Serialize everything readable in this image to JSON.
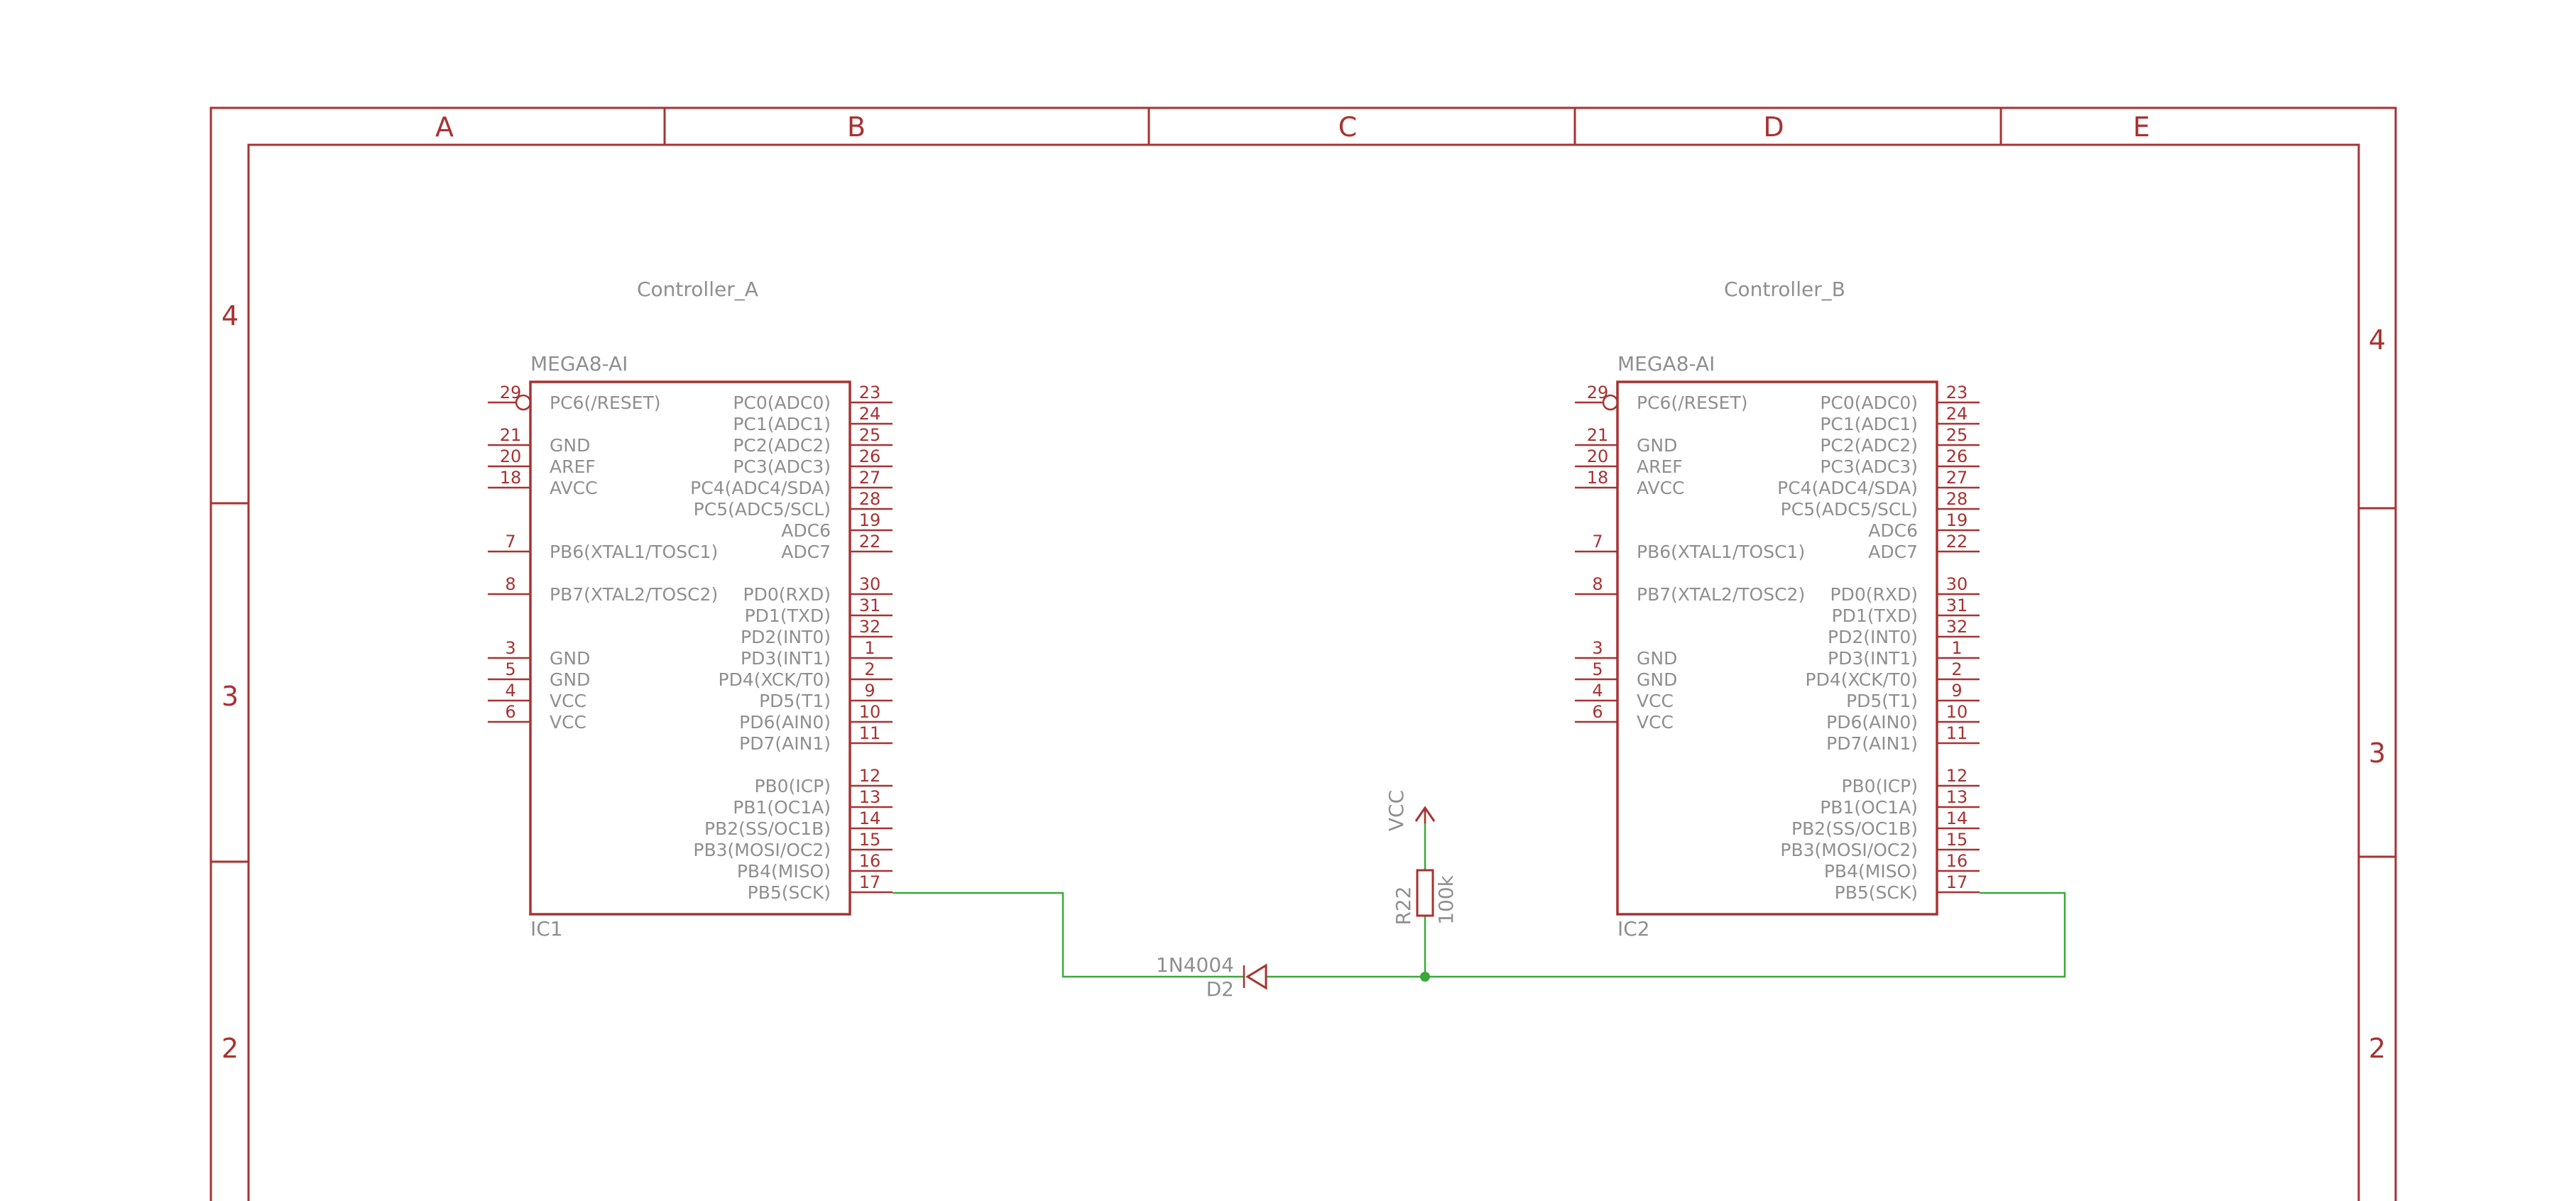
{
  "frame": {
    "columns": [
      "A",
      "B",
      "C",
      "D",
      "E"
    ],
    "rows_left": [
      "4",
      "3",
      "2"
    ],
    "rows_right": [
      "4",
      "3",
      "2"
    ]
  },
  "ics": [
    {
      "title": "Controller_A",
      "part": "MEGA8-AI",
      "ref": "IC1",
      "left_pins": [
        {
          "num": "29",
          "name": "PC6(/RESET)",
          "inverted": true
        },
        {
          "num": "21",
          "name": "GND"
        },
        {
          "num": "20",
          "name": "AREF"
        },
        {
          "num": "18",
          "name": "AVCC"
        },
        {
          "num": "7",
          "name": "PB6(XTAL1/TOSC1)"
        },
        {
          "num": "8",
          "name": "PB7(XTAL2/TOSC2)"
        },
        {
          "num": "3",
          "name": "GND"
        },
        {
          "num": "5",
          "name": "GND"
        },
        {
          "num": "4",
          "name": "VCC"
        },
        {
          "num": "6",
          "name": "VCC"
        }
      ],
      "right_pins": [
        {
          "num": "23",
          "name": "PC0(ADC0)"
        },
        {
          "num": "24",
          "name": "PC1(ADC1)"
        },
        {
          "num": "25",
          "name": "PC2(ADC2)"
        },
        {
          "num": "26",
          "name": "PC3(ADC3)"
        },
        {
          "num": "27",
          "name": "PC4(ADC4/SDA)"
        },
        {
          "num": "28",
          "name": "PC5(ADC5/SCL)"
        },
        {
          "num": "19",
          "name": "ADC6"
        },
        {
          "num": "22",
          "name": "ADC7"
        },
        {
          "num": "30",
          "name": "PD0(RXD)"
        },
        {
          "num": "31",
          "name": "PD1(TXD)"
        },
        {
          "num": "32",
          "name": "PD2(INT0)"
        },
        {
          "num": "1",
          "name": "PD3(INT1)"
        },
        {
          "num": "2",
          "name": "PD4(XCK/T0)"
        },
        {
          "num": "9",
          "name": "PD5(T1)"
        },
        {
          "num": "10",
          "name": "PD6(AIN0)"
        },
        {
          "num": "11",
          "name": "PD7(AIN1)"
        },
        {
          "num": "12",
          "name": "PB0(ICP)"
        },
        {
          "num": "13",
          "name": "PB1(OC1A)"
        },
        {
          "num": "14",
          "name": "PB2(SS/OC1B)"
        },
        {
          "num": "15",
          "name": "PB3(MOSI/OC2)"
        },
        {
          "num": "16",
          "name": "PB4(MISO)"
        },
        {
          "num": "17",
          "name": "PB5(SCK)"
        }
      ]
    },
    {
      "title": "Controller_B",
      "part": "MEGA8-AI",
      "ref": "IC2",
      "left_pins": [
        {
          "num": "29",
          "name": "PC6(/RESET)",
          "inverted": true
        },
        {
          "num": "21",
          "name": "GND"
        },
        {
          "num": "20",
          "name": "AREF"
        },
        {
          "num": "18",
          "name": "AVCC"
        },
        {
          "num": "7",
          "name": "PB6(XTAL1/TOSC1)"
        },
        {
          "num": "8",
          "name": "PB7(XTAL2/TOSC2)"
        },
        {
          "num": "3",
          "name": "GND"
        },
        {
          "num": "5",
          "name": "GND"
        },
        {
          "num": "4",
          "name": "VCC"
        },
        {
          "num": "6",
          "name": "VCC"
        }
      ],
      "right_pins": [
        {
          "num": "23",
          "name": "PC0(ADC0)"
        },
        {
          "num": "24",
          "name": "PC1(ADC1)"
        },
        {
          "num": "25",
          "name": "PC2(ADC2)"
        },
        {
          "num": "26",
          "name": "PC3(ADC3)"
        },
        {
          "num": "27",
          "name": "PC4(ADC4/SDA)"
        },
        {
          "num": "28",
          "name": "PC5(ADC5/SCL)"
        },
        {
          "num": "19",
          "name": "ADC6"
        },
        {
          "num": "22",
          "name": "ADC7"
        },
        {
          "num": "30",
          "name": "PD0(RXD)"
        },
        {
          "num": "31",
          "name": "PD1(TXD)"
        },
        {
          "num": "32",
          "name": "PD2(INT0)"
        },
        {
          "num": "1",
          "name": "PD3(INT1)"
        },
        {
          "num": "2",
          "name": "PD4(XCK/T0)"
        },
        {
          "num": "9",
          "name": "PD5(T1)"
        },
        {
          "num": "10",
          "name": "PD6(AIN0)"
        },
        {
          "num": "11",
          "name": "PD7(AIN1)"
        },
        {
          "num": "12",
          "name": "PB0(ICP)"
        },
        {
          "num": "13",
          "name": "PB1(OC1A)"
        },
        {
          "num": "14",
          "name": "PB2(SS/OC1B)"
        },
        {
          "num": "15",
          "name": "PB3(MOSI/OC2)"
        },
        {
          "num": "16",
          "name": "PB4(MISO)"
        },
        {
          "num": "17",
          "name": "PB5(SCK)"
        }
      ]
    }
  ],
  "diode": {
    "ref": "D2",
    "value": "1N4004"
  },
  "resistor": {
    "ref": "R22",
    "value": "100k"
  },
  "supply": {
    "label": "VCC"
  },
  "colors": {
    "symbol": "#a83232",
    "wire": "#3aa83a",
    "text": "#8f8f8f",
    "background": "#ffffff"
  }
}
